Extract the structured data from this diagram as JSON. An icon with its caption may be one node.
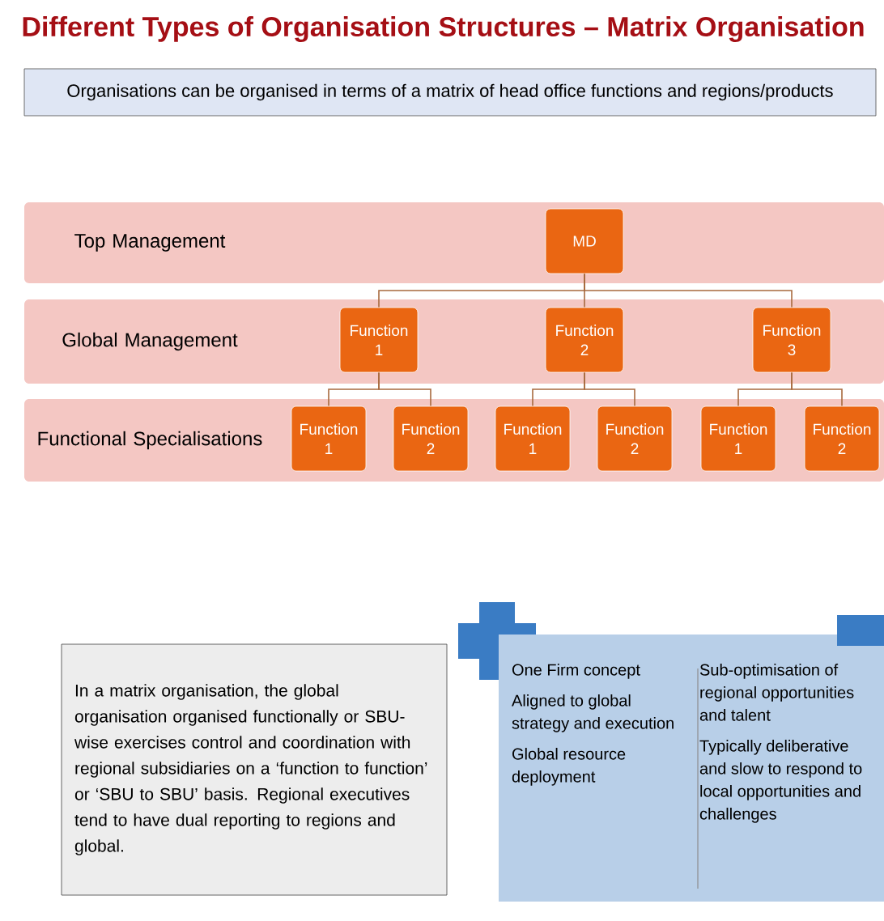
{
  "diagram": {
    "title": "Different Types of Organisation Structures – Matrix Organisation",
    "nodes": [
      {
        "text": [
          "Organisations can be organised in terms of a matrix of head office functions and regions/products"
        ]
      },
      {
        "text": [
          "Top Management"
        ]
      },
      {
        "text": [
          "MD"
        ],
        "in": 1
      },
      {
        "text": [
          "Global Management"
        ]
      },
      {
        "text": [
          "Function 1"
        ],
        "in": 3
      },
      {
        "text": [
          "Function 2"
        ],
        "in": 3
      },
      {
        "text": [
          "Function 3"
        ],
        "in": 3
      },
      {
        "text": [
          "Functional Specialisations"
        ]
      },
      {
        "text": [
          "Function 1"
        ],
        "in": 7
      },
      {
        "text": [
          "Function 2"
        ],
        "in": 7
      },
      {
        "text": [
          "Function 1"
        ],
        "in": 7
      },
      {
        "text": [
          "Function 2"
        ],
        "in": 7
      },
      {
        "text": [
          "Function 1"
        ],
        "in": 7
      },
      {
        "text": [
          "Function 2"
        ],
        "in": 7
      },
      {
        "text": [
          "In a matrix organisation, the global organisation organised functionally or SBU-wise exercises control and coordination with regional subsidiaries on a ‘function to function’ or ‘SBU to SBU’ basis. Regional executives tend to have dual reporting to regions and global."
        ]
      },
      {
        "text": [
          "One Firm concept",
          "Aligned to global strategy and execution",
          "Global resource deployment",
          "Sub-optimisation of regional opportunities and talent",
          "Typically deliberative and slow to respond to local opportunities and challenges"
        ]
      }
    ],
    "edges": [
      {
        "from": 2,
        "to": 4,
        "arrow": "none"
      },
      {
        "from": 2,
        "to": 5,
        "arrow": "none"
      },
      {
        "from": 2,
        "to": 6,
        "arrow": "none"
      },
      {
        "from": 4,
        "to": 8,
        "arrow": "none"
      },
      {
        "from": 4,
        "to": 9,
        "arrow": "none"
      },
      {
        "from": 5,
        "to": 10,
        "arrow": "none"
      },
      {
        "from": 5,
        "to": 11,
        "arrow": "none"
      },
      {
        "from": 6,
        "to": 12,
        "arrow": "none"
      },
      {
        "from": 6,
        "to": 13,
        "arrow": "none"
      }
    ]
  }
}
